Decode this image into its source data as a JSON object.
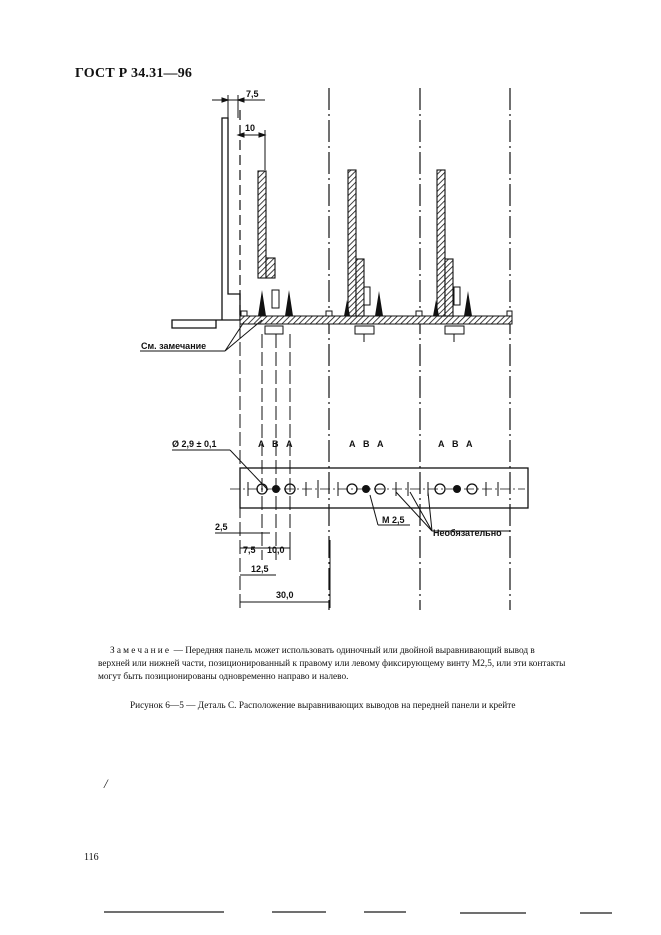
{
  "header": {
    "standard": "ГОСТ Р 34.31—96"
  },
  "drawing": {
    "dimensions_top": {
      "dim_7_5": "7,5",
      "dim_10": "10"
    },
    "callout_note": "См. замечание",
    "hole_diameter": "Ø 2,9 ± 0,1",
    "hole_groups": [
      {
        "labels": [
          "A",
          "B",
          "A"
        ]
      },
      {
        "labels": [
          "A",
          "B",
          "A"
        ]
      },
      {
        "labels": [
          "A",
          "B",
          "A"
        ]
      }
    ],
    "thread_label": "M 2,5",
    "optional_label": "Необязательно",
    "dimensions_bottom": {
      "d2_5": "2,5",
      "d7_5": "7,5",
      "d10_0": "10,0",
      "d12_5": "12,5",
      "d30_0": "30,0"
    }
  },
  "note": {
    "lead": "Замечание",
    "dash": " — ",
    "text": "Передняя панель может использовать одиночный или двойной выравнивающий вывод в верхней или нижней части, позиционированный к правому или левому фиксирующему винту M2,5, или эти контакты могут быть позиционированы одновременно направо и налево."
  },
  "caption": {
    "text": "Рисунок 6—5 — Деталь C. Расположение выравнивающих выводов на передней панели и крейте"
  },
  "stray_mark": "/",
  "footer": {
    "page_number": "116"
  }
}
